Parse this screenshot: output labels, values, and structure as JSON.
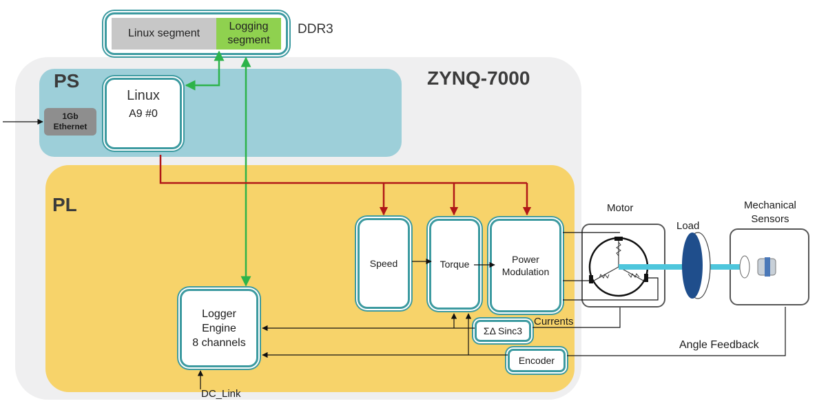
{
  "ddr3": {
    "label": "DDR3",
    "linux_segment": "Linux segment",
    "logging_segment_line1": "Logging",
    "logging_segment_line2": "segment"
  },
  "zynq": {
    "label": "ZYNQ-7000"
  },
  "ps": {
    "label": "PS",
    "linux_title": "Linux",
    "linux_core": "A9 #0",
    "ethernet_line1": "1Gb",
    "ethernet_line2": "Ethernet"
  },
  "pl": {
    "label": "PL",
    "speed": "Speed",
    "torque": "Torque",
    "power_mod_line1": "Power",
    "power_mod_line2": "Modulation",
    "logger_line1": "Logger",
    "logger_line2": "Engine",
    "logger_line3": "8 channels",
    "sinc3": "ΣΔ Sinc3",
    "encoder": "Encoder",
    "currents": "Currents",
    "dc_link": "DC_Link"
  },
  "external": {
    "motor": "Motor",
    "load": "Load",
    "sensors_line1": "Mechanical",
    "sensors_line2": "Sensors",
    "angle_feedback": "Angle Feedback"
  },
  "colors": {
    "ps": "#9dcfd9",
    "pl": "#f7d36a",
    "zynq": "#efeff0",
    "block_border": "#3c9aa0",
    "green_link": "#2db34a",
    "red_bus": "#b01717",
    "logging_segment": "#8fd14f",
    "linux_segment": "#c7c7c7",
    "shaft": "#4ec6dc"
  }
}
